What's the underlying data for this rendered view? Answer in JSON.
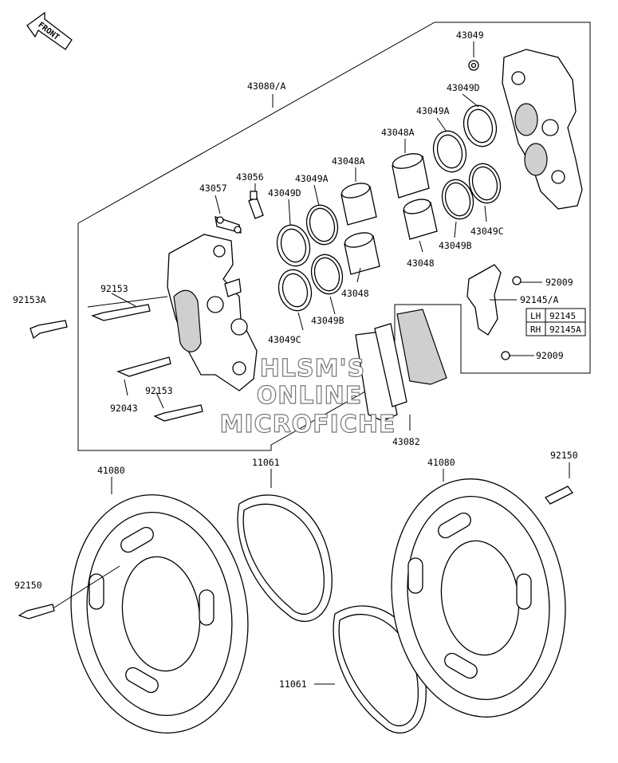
{
  "front_label": "FRONT",
  "parts": {
    "caliper_assy": "43080/A",
    "pad_set": "43082",
    "disc_left": "41080",
    "disc_right": "41080",
    "shim_upper": "11061",
    "shim_lower": "11061",
    "bolt_disc_left": "92150",
    "bolt_disc_right": "92150",
    "bolt_mount": "92153A",
    "bolt_caliper_upper": "92153",
    "bolt_caliper_lower": "92153",
    "bleeder_cap": "43057",
    "bleeder_valve": "43056",
    "pin_plug": "92043",
    "nut_top": "43049",
    "seal_d_right": "43049D",
    "seal_a_right": "43049A",
    "piston_a_right": "43048A",
    "piston_right": "43048",
    "seal_b_right": "43049B",
    "seal_c_right": "43049C",
    "seal_d_left": "43049D",
    "seal_a_left": "43049A",
    "piston_a_left": "43048A",
    "piston_left": "43048",
    "seal_b_left": "43049B",
    "seal_c_left": "43049C",
    "screw_upper": "92009",
    "screw_lower": "92009",
    "bracket": "92145/A"
  },
  "variant_table": {
    "rows": [
      {
        "side": "LH",
        "part": "92145"
      },
      {
        "side": "RH",
        "part": "92145A"
      }
    ]
  },
  "watermark": {
    "line1": "HLSM'S",
    "line2": "ONLINE",
    "line3": "MICROFICHE"
  }
}
